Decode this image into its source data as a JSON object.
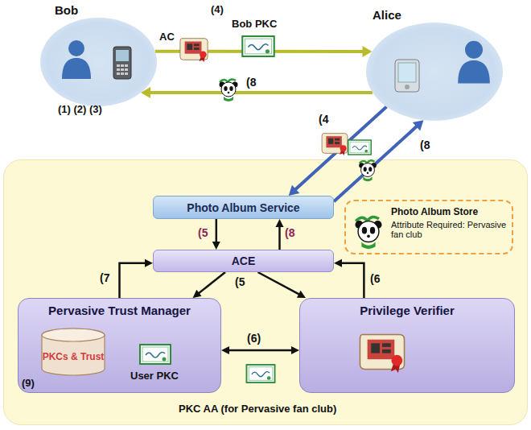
{
  "diagram": {
    "nodes": [
      {
        "text": [
          "Bob",
          "(1) (2) (3)"
        ]
      },
      {
        "text": [
          "Alice"
        ]
      },
      {
        "text": [
          "Photo Album Service"
        ]
      },
      {
        "text": [
          "Photo Album Store",
          "Attribute Required: Pervasive fan club"
        ]
      },
      {
        "text": [
          "ACE"
        ]
      },
      {
        "text": [
          "Pervasive Trust Manager"
        ]
      },
      {
        "text": [
          "PKCs & Trust"
        ],
        "in": 5
      },
      {
        "text": [
          "Privilege Verifier"
        ]
      }
    ],
    "edges": [
      {
        "from": 0,
        "to": 1,
        "arrow": "to"
      },
      {
        "from": 1,
        "to": 0,
        "arrow": "to",
        "label": "(8"
      },
      {
        "from": 1,
        "to": 2,
        "arrow": "to",
        "label": "(4"
      },
      {
        "from": 2,
        "to": 1,
        "arrow": "to",
        "label": "(8"
      },
      {
        "from": 2,
        "to": 4,
        "arrow": "to",
        "label": "(5"
      },
      {
        "from": 4,
        "to": 2,
        "arrow": "to",
        "label": "(8"
      },
      {
        "from": 5,
        "to": 4,
        "arrow": "to",
        "label": "(7"
      },
      {
        "from": 4,
        "to": 5,
        "arrow": "to",
        "label": "(5"
      },
      {
        "from": 4,
        "to": 7,
        "arrow": "to"
      },
      {
        "from": 7,
        "to": 4,
        "arrow": "to",
        "label": "(6"
      },
      {
        "from": 5,
        "to": 7,
        "arrow": "both",
        "label": "(6)"
      }
    ],
    "labels": [
      "AC",
      "(4)",
      "Bob PKC",
      "User PKC",
      "(9)",
      "PKC AA (for Pervasive fan club)"
    ]
  }
}
